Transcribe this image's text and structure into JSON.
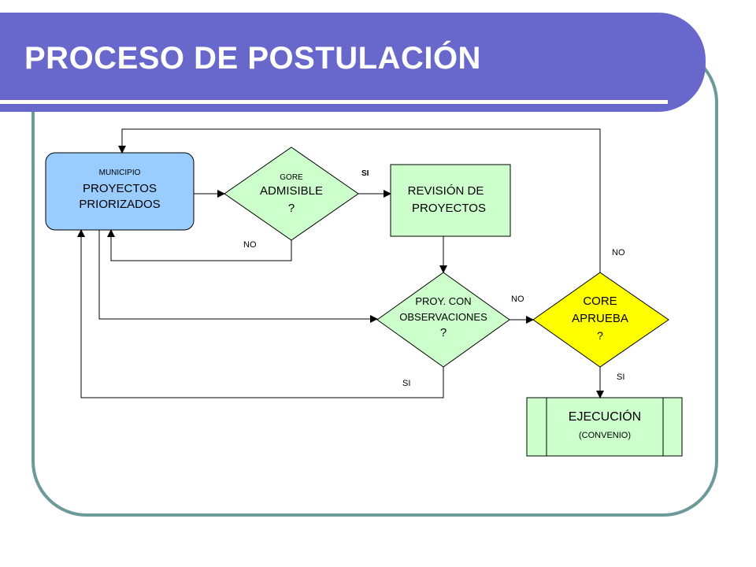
{
  "title": "PROCESO DE POSTULACIÓN",
  "colors": {
    "title_bar": "#6767cc",
    "frame": "#6b9a98",
    "municipio_box": "#99ccff",
    "green_box": "#ccffcc",
    "core_diamond": "#ffff00"
  },
  "nodes": {
    "municipio": {
      "caption": "MUNICIPIO",
      "line1": "PROYECTOS",
      "line2": "PRIORIZADOS"
    },
    "gore": {
      "caption": "GORE",
      "line1": "ADMISIBLE",
      "line2": "?"
    },
    "revision": {
      "line1": "REVISIÓN DE",
      "line2": "PROYECTOS"
    },
    "observaciones": {
      "line1": "PROY. CON",
      "line2": "OBSERVACIONES",
      "line3": "?"
    },
    "core": {
      "line1": "CORE",
      "line2": "APRUEBA",
      "line3": "?"
    },
    "ejecucion": {
      "line1": "EJECUCIÓN",
      "line2": "(CONVENIO)"
    }
  },
  "edges": {
    "gore_si": "SI",
    "gore_no": "NO",
    "obs_no": "NO",
    "obs_si": "SI",
    "core_no": "NO",
    "core_si": "SI"
  }
}
